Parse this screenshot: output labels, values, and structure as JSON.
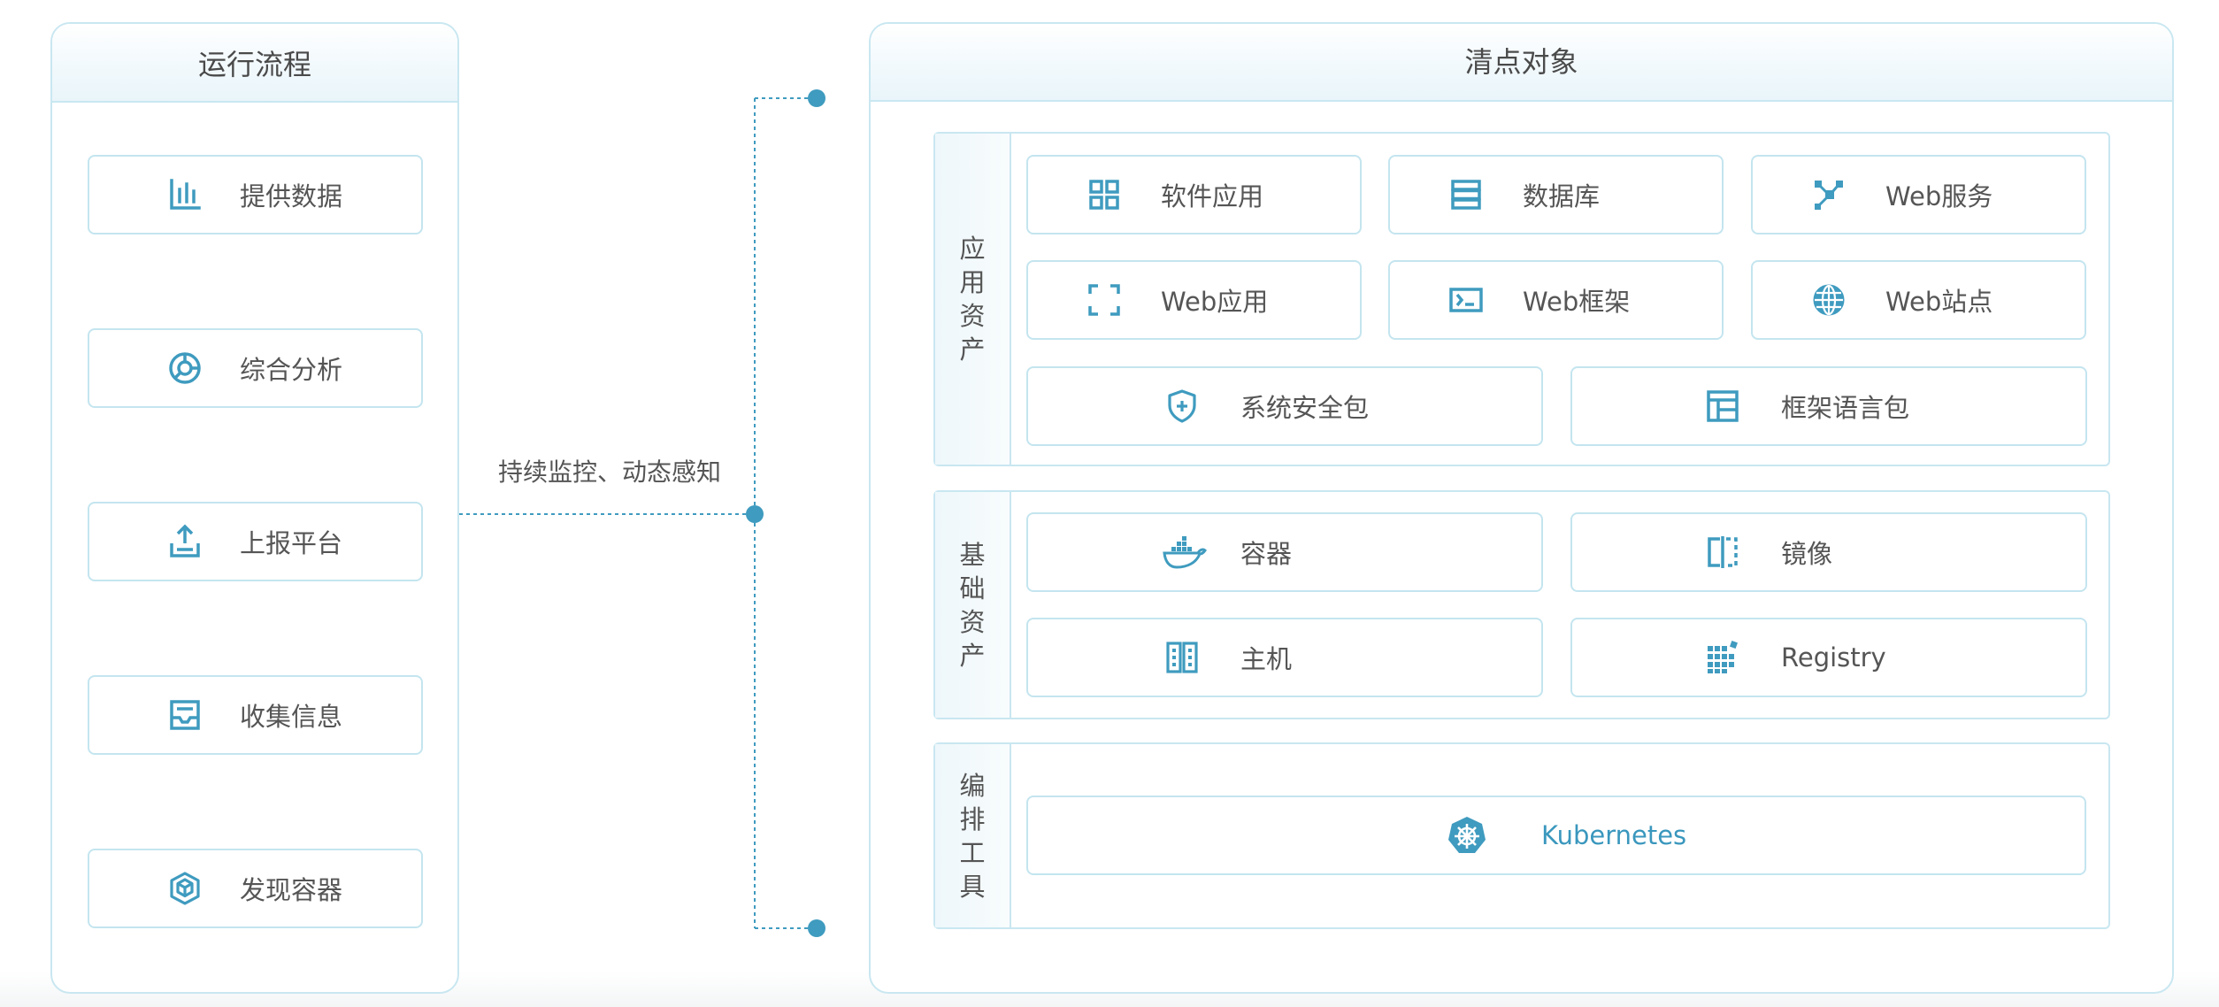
{
  "process": {
    "title": "运行流程",
    "steps": [
      {
        "label": "提供数据",
        "icon": "bar-chart-icon"
      },
      {
        "label": "综合分析",
        "icon": "ring-chart-icon"
      },
      {
        "label": "上报平台",
        "icon": "upload-icon"
      },
      {
        "label": "收集信息",
        "icon": "inbox-icon"
      },
      {
        "label": "发现容器",
        "icon": "cube-icon"
      }
    ]
  },
  "connector": {
    "label": "持续监控、动态感知"
  },
  "inventory": {
    "title": "清点对象",
    "groups": [
      {
        "label": "应用资产",
        "items": [
          {
            "label": "软件应用",
            "icon": "grid-icon"
          },
          {
            "label": "数据库",
            "icon": "database-icon"
          },
          {
            "label": "Web服务",
            "icon": "network-icon"
          },
          {
            "label": "Web应用",
            "icon": "frame-icon"
          },
          {
            "label": "Web框架",
            "icon": "terminal-icon"
          },
          {
            "label": "Web站点",
            "icon": "globe-icon"
          },
          {
            "label": "系统安全包",
            "icon": "shield-icon"
          },
          {
            "label": "框架语言包",
            "icon": "layout-icon"
          }
        ]
      },
      {
        "label": "基础资产",
        "items": [
          {
            "label": "容器",
            "icon": "docker-icon"
          },
          {
            "label": "镜像",
            "icon": "mirror-icon"
          },
          {
            "label": "主机",
            "icon": "server-icon"
          },
          {
            "label": "Registry",
            "icon": "registry-icon"
          }
        ]
      },
      {
        "label": "编排工具",
        "items": [
          {
            "label": "Kubernetes",
            "icon": "kubernetes-icon"
          }
        ]
      }
    ]
  },
  "colors": {
    "accent": "#3f9bbf",
    "border": "#c9e7f1",
    "text": "#555555",
    "kubernetes_text": "#3a97bd"
  }
}
